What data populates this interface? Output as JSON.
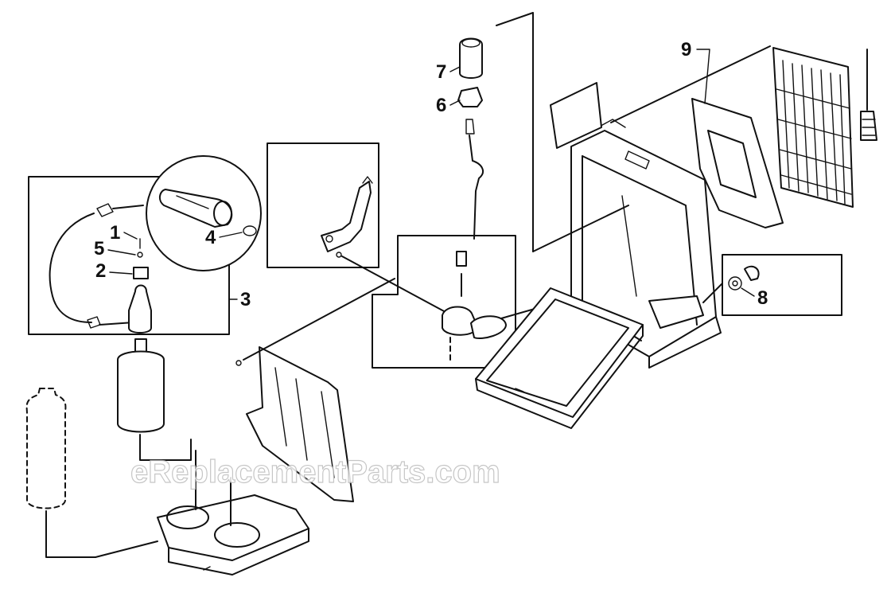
{
  "callouts": [
    {
      "id": "1",
      "text": "1"
    },
    {
      "id": "2",
      "text": "2"
    },
    {
      "id": "3",
      "text": "3"
    },
    {
      "id": "4",
      "text": "4"
    },
    {
      "id": "5",
      "text": "5"
    },
    {
      "id": "6",
      "text": "6"
    },
    {
      "id": "7",
      "text": "7"
    },
    {
      "id": "8",
      "text": "8"
    },
    {
      "id": "9",
      "text": "9"
    }
  ],
  "watermark": "eReplacementParts.com",
  "colors": {
    "line": "#111111",
    "background": "#ffffff",
    "watermark_outline": "#bdbdbd"
  }
}
